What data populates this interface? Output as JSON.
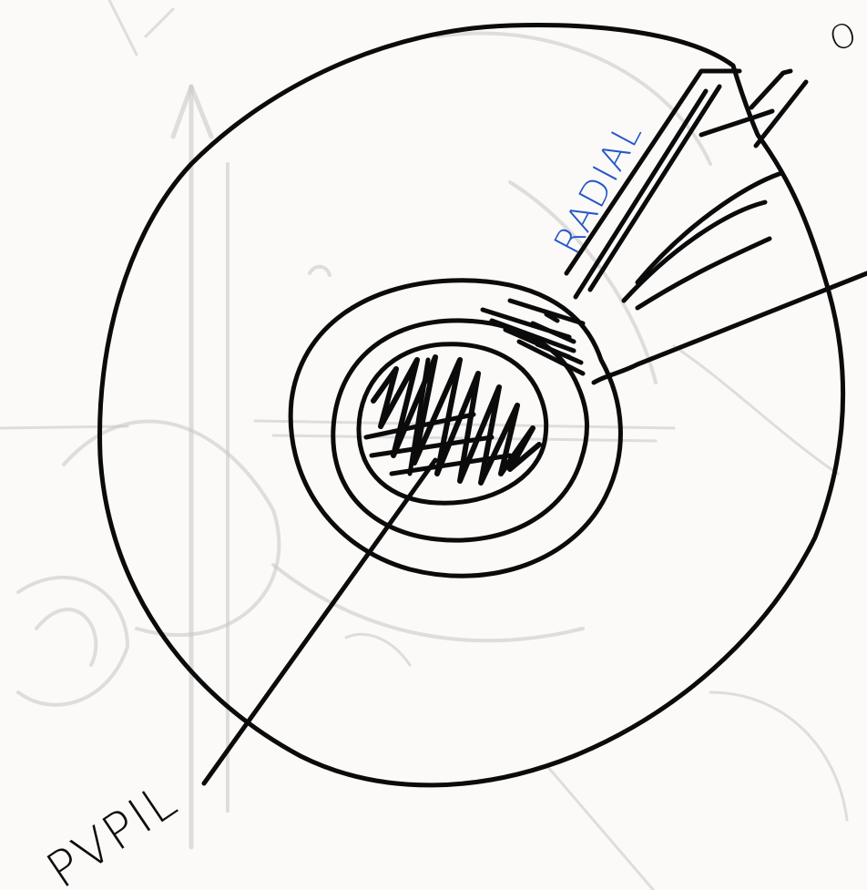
{
  "labels": {
    "pupil": "PVPIL",
    "radial": "RADIAL",
    "top_right_fragment": "O"
  },
  "colors": {
    "paper": "#fbfaf9",
    "ink": "#0b0b0b",
    "blue_ink": "#2457c9",
    "bleed_through": "#c8c3c5"
  }
}
